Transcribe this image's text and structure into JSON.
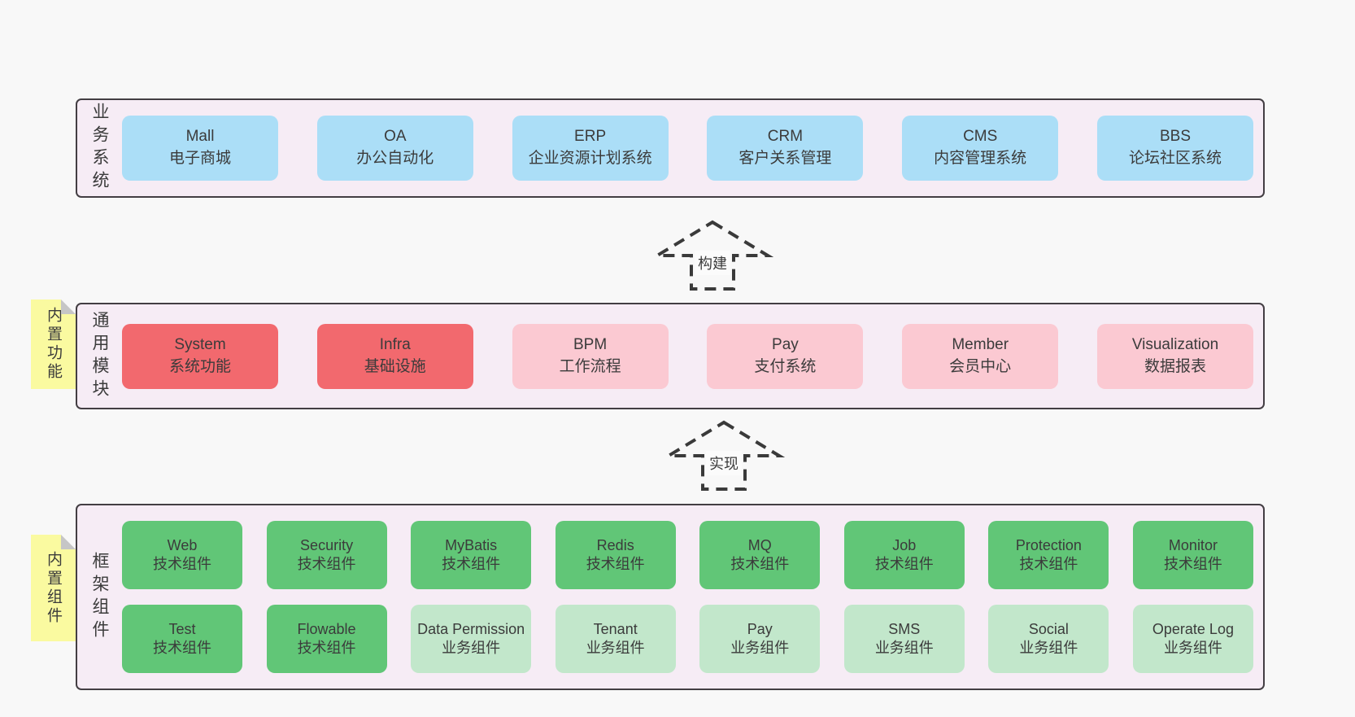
{
  "diagram": {
    "arrows": {
      "build": "构建",
      "implement": "实现"
    },
    "layers": {
      "business": {
        "side_label": "业务系统",
        "rows": [
          [
            {
              "title": "Mall",
              "subtitle": "电子商城",
              "color": "blue"
            },
            {
              "title": "OA",
              "subtitle": "办公自动化",
              "color": "blue"
            },
            {
              "title": "ERP",
              "subtitle": "企业资源计划系统",
              "color": "blue"
            },
            {
              "title": "CRM",
              "subtitle": "客户关系管理",
              "color": "blue"
            },
            {
              "title": "CMS",
              "subtitle": "内容管理系统",
              "color": "blue"
            },
            {
              "title": "BBS",
              "subtitle": "论坛社区系统",
              "color": "blue"
            }
          ]
        ]
      },
      "modules": {
        "side_label": "通用模块",
        "sticky_label": "内置功能",
        "rows": [
          [
            {
              "title": "System",
              "subtitle": "系统功能",
              "color": "red"
            },
            {
              "title": "Infra",
              "subtitle": "基础设施",
              "color": "red"
            },
            {
              "title": "BPM",
              "subtitle": "工作流程",
              "color": "pink"
            },
            {
              "title": "Pay",
              "subtitle": "支付系统",
              "color": "pink"
            },
            {
              "title": "Member",
              "subtitle": "会员中心",
              "color": "pink"
            },
            {
              "title": "Visualization",
              "subtitle": "数据报表",
              "color": "pink"
            }
          ]
        ]
      },
      "components": {
        "side_label": "框架组件",
        "sticky_label": "内置组件",
        "rows": [
          [
            {
              "title": "Web",
              "subtitle": "技术组件",
              "color": "green"
            },
            {
              "title": "Security",
              "subtitle": "技术组件",
              "color": "green"
            },
            {
              "title": "MyBatis",
              "subtitle": "技术组件",
              "color": "green"
            },
            {
              "title": "Redis",
              "subtitle": "技术组件",
              "color": "green"
            },
            {
              "title": "MQ",
              "subtitle": "技术组件",
              "color": "green"
            },
            {
              "title": "Job",
              "subtitle": "技术组件",
              "color": "green"
            },
            {
              "title": "Protection",
              "subtitle": "技术组件",
              "color": "green"
            },
            {
              "title": "Monitor",
              "subtitle": "技术组件",
              "color": "green"
            }
          ],
          [
            {
              "title": "Test",
              "subtitle": "技术组件",
              "color": "green"
            },
            {
              "title": "Flowable",
              "subtitle": "技术组件",
              "color": "green"
            },
            {
              "title": "Data Permission",
              "subtitle": "业务组件",
              "color": "lightgreen"
            },
            {
              "title": "Tenant",
              "subtitle": "业务组件",
              "color": "lightgreen"
            },
            {
              "title": "Pay",
              "subtitle": "业务组件",
              "color": "lightgreen"
            },
            {
              "title": "SMS",
              "subtitle": "业务组件",
              "color": "lightgreen"
            },
            {
              "title": "Social",
              "subtitle": "业务组件",
              "color": "lightgreen"
            },
            {
              "title": "Operate Log",
              "subtitle": "业务组件",
              "color": "lightgreen"
            }
          ]
        ]
      }
    },
    "colors": {
      "page_bg": "#f8f8f8",
      "panel_bg": "#f6ecf5",
      "panel_border": "#433e43",
      "node_blue": "#abdef7",
      "node_red": "#f2696e",
      "node_pink": "#fbc9d2",
      "node_green": "#61c677",
      "node_lightgreen": "#c2e7cb",
      "sticky_yellow": "#fafaa0",
      "text": "#3b3b3b"
    }
  }
}
